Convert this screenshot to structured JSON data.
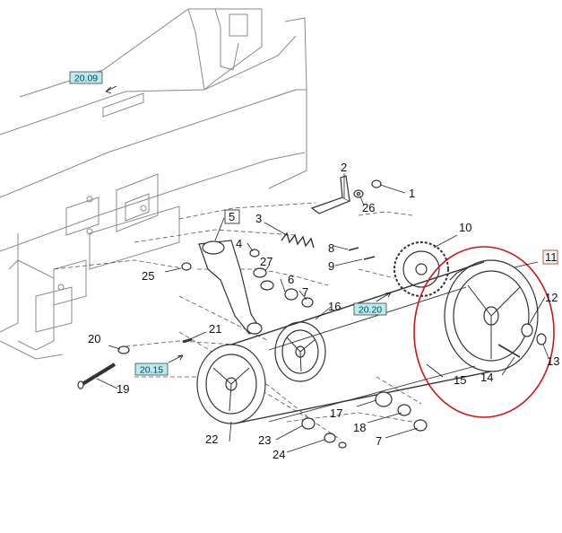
{
  "diagram": {
    "part_labels": [
      "1",
      "2",
      "3",
      "4",
      "5",
      "6",
      "7",
      "7",
      "8",
      "9",
      "10",
      "11",
      "12",
      "13",
      "14",
      "15",
      "16",
      "17",
      "18",
      "19",
      "20",
      "21",
      "22",
      "23",
      "24",
      "25",
      "26",
      "27"
    ],
    "references": [
      "20.09",
      "20.20",
      "20.15"
    ],
    "colors": {
      "line": "#333333",
      "light_line": "#8a8a8a",
      "highlight": "#d01414",
      "ref_fill": "#b8ecec",
      "ref_border": "#444444",
      "box_border": "#333333",
      "box_red": "#c0392b"
    }
  }
}
